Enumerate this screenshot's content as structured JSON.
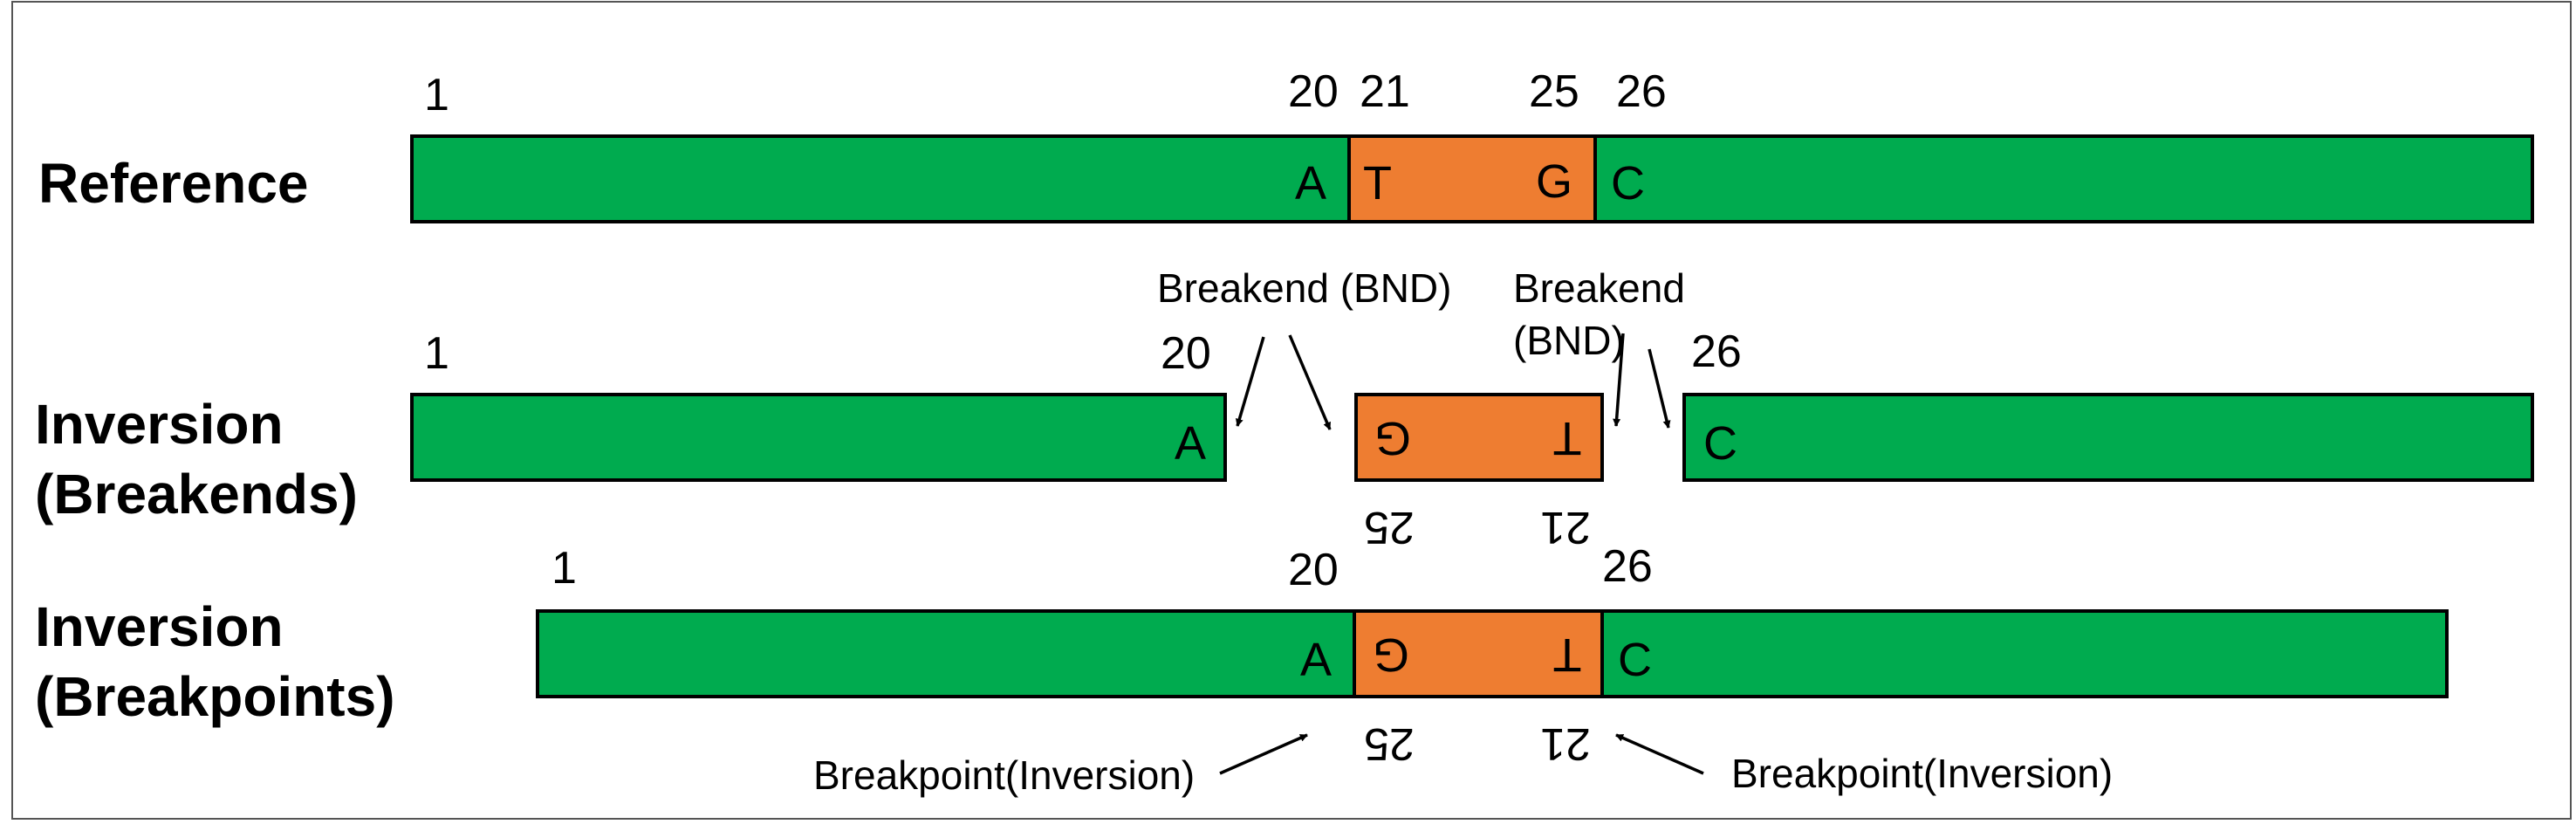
{
  "colors": {
    "green": "#00ab4f",
    "orange": "#ee7d31",
    "stroke": "#000000",
    "frame": "#555555",
    "background": "#ffffff"
  },
  "rows": {
    "reference": {
      "label": "Reference",
      "positions": {
        "p1": "1",
        "p20": "20",
        "p21": "21",
        "p25": "25",
        "p26": "26"
      },
      "bases": {
        "a": "A",
        "t": "T",
        "g": "G",
        "c": "C"
      }
    },
    "breakends": {
      "label_line1": "Inversion",
      "label_line2": "(Breakends)",
      "positions": {
        "p1": "1",
        "p20": "20",
        "p26": "26",
        "p25_flipped": "25",
        "p21_flipped": "21"
      },
      "bases": {
        "a": "A",
        "g_flipped": "G",
        "t_flipped": "T",
        "c": "C"
      },
      "annotations": {
        "bnd_left": "Breakend (BND)",
        "bnd_right_line1": "Breakend",
        "bnd_right_line2": "(BND)"
      }
    },
    "breakpoints": {
      "label_line1": "Inversion",
      "label_line2": "(Breakpoints)",
      "positions": {
        "p1": "1",
        "p20": "20",
        "p26": "26",
        "p25_flipped": "25",
        "p21_flipped": "21"
      },
      "bases": {
        "a": "A",
        "g_flipped": "G",
        "t_flipped": "T",
        "c": "C"
      },
      "annotations": {
        "bp_left": "Breakpoint(Inversion)",
        "bp_right": "Breakpoint(Inversion)"
      }
    }
  }
}
